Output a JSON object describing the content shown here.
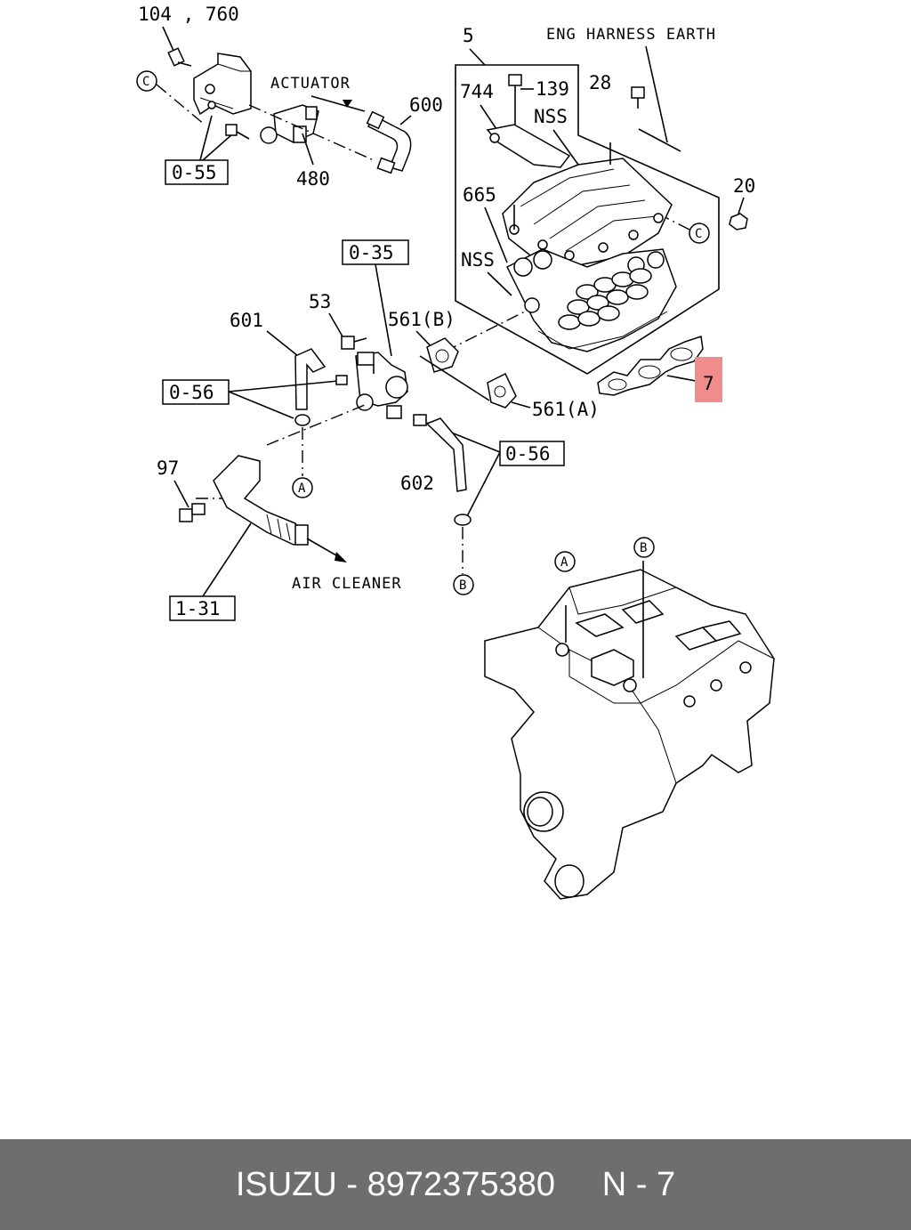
{
  "labels": {
    "p104_760": "104 , 760",
    "c_top": "C",
    "p0_55": "0-55",
    "actuator": "ACTUATOR",
    "p600": "600",
    "p480": "480",
    "p5": "5",
    "eng_harness": "ENG HARNESS EARTH",
    "p744": "744",
    "p139": "139",
    "p28": "28",
    "nss_top": "NSS",
    "p20": "20",
    "p665": "665",
    "c_right": "C",
    "nss_mid": "NSS",
    "p0_35": "0-35",
    "p53": "53",
    "p601": "601",
    "p561b": "561(B)",
    "p0_56_left": "0-56",
    "p7": "7",
    "p561a": "561(A)",
    "a_left": "A",
    "p0_56_right": "0-56",
    "p97": "97",
    "p602": "602",
    "air_cleaner": "AIR CLEANER",
    "a_engine": "A",
    "b_engine": "B",
    "b_left": "B",
    "p1_31": "1-31"
  },
  "highlight_color": "#f08c8c",
  "footer": {
    "text": "ISUZU - 8972375380     N - 7"
  }
}
